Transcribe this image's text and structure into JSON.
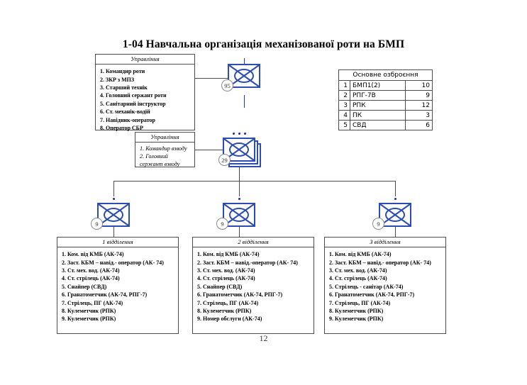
{
  "title": "1-04 Навчальна організація механізованої роти на БМП",
  "page_number": "12",
  "company_hq": {
    "header": "Управління",
    "items": [
      "1. Командир роти",
      "2. ЗКР з МПЗ",
      "3. Старший технік",
      "4. Головний сержант роти",
      "5. Санітарний інструктор",
      "6. Ст. механік-водій",
      "7. Навідник-оператор",
      "8. Оператор СБР"
    ]
  },
  "platoon_hq": {
    "header": "Управління",
    "items": [
      "1. Командир взводу",
      "2. Головний сержант взводу"
    ]
  },
  "weapons_table": {
    "title": "Основне озброєння",
    "rows": [
      {
        "index": "1",
        "name": "БМП1(2)",
        "qty": "10"
      },
      {
        "index": "2",
        "name": "РПГ-7В",
        "qty": "9"
      },
      {
        "index": "3",
        "name": "РПК",
        "qty": "12"
      },
      {
        "index": "4",
        "name": "ПК",
        "qty": "3"
      },
      {
        "index": "5",
        "name": "СВД",
        "qty": "6"
      }
    ]
  },
  "symbols": {
    "company": {
      "badge": "95",
      "echelon_dots": 0,
      "stacked": false,
      "icon": "mechanized-infantry-icon"
    },
    "platoon": {
      "badge": "29",
      "echelon_dots": 3,
      "stacked": true,
      "icon": "mechanized-infantry-icon"
    },
    "squad1": {
      "badge": "9",
      "echelon_dots": 1,
      "stacked": false,
      "icon": "mechanized-infantry-icon"
    },
    "squad2": {
      "badge": "9",
      "echelon_dots": 1,
      "stacked": false,
      "icon": "mechanized-infantry-icon"
    },
    "squad3": {
      "badge": "9",
      "echelon_dots": 1,
      "stacked": false,
      "icon": "mechanized-infantry-icon"
    }
  },
  "squads": [
    {
      "header": "1 відділення",
      "items": [
        "1. Ком. від КМБ (АК-74)",
        "2. Заст. КБМ – навід.- оператор (АК- 74)",
        "3. Ст. мех. вод. (АК-74)",
        "4. Ст. стрілець (АК-74)",
        "5. Снайпер (СВД)",
        "6. Гранатометчик (АК-74, РПГ-7)",
        "7. Стрілець, ПГ (АК-74)",
        "8. Кулеметчик (РПК)",
        "9. Кулеметчик (РПК)"
      ]
    },
    {
      "header": "2 відділення",
      "items": [
        "1. Ком. від КМБ (АК-74)",
        "2. Заст. КБМ – навід.-оператор (АК- 74)",
        "3. Ст. мех. вод. (АК-74)",
        "4. Ст. стрілець (АК-74)",
        "5. Снайпер (СВД)",
        "6. Гранатометчик (АК-74, РПГ-7)",
        "7. Стрілець, ПГ (АК-74)",
        "8. Кулеметчик (РПК)",
        "9. Номер обслуги (АК-74)"
      ]
    },
    {
      "header": "3 відділення",
      "items": [
        "1. Ком. від КМБ (АК-74)",
        "2. Заст. КБМ – навід.- оператор (АК- 74)",
        "3. Ст. мех. вод. (АК-74)",
        "4. Ст. стрілець (АК-74)",
        "5. Стрілець - санітар (АК-74)",
        "6. Гранатометчик (АК-74, РПГ-7)",
        "7. Стрілець, ПГ (АК-74)",
        "8. Кулеметчик (РПК)",
        "9. Кулеметчик (РПК)"
      ]
    }
  ],
  "colors": {
    "symbol_blue": "#2b4db5",
    "line_gray": "#4d4d4d",
    "background": "#ffffff"
  }
}
